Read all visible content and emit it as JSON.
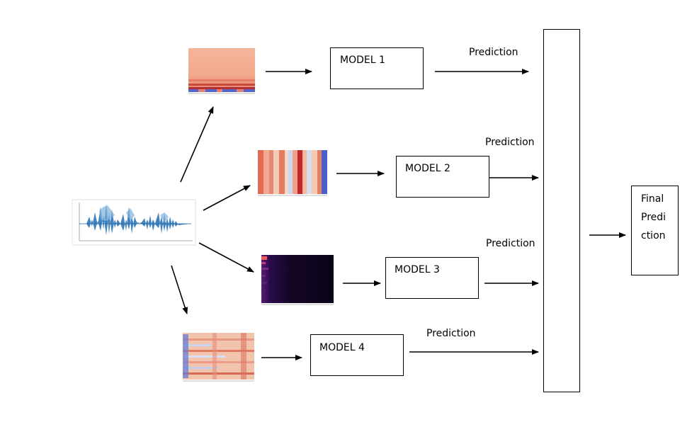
{
  "models": [
    {
      "label": "MODEL 1",
      "prediction": "Prediction"
    },
    {
      "label": "MODEL 2",
      "prediction": "Prediction"
    },
    {
      "label": "MODEL 3",
      "prediction": "Prediction"
    },
    {
      "label": "MODEL 4",
      "prediction": "Prediction"
    }
  ],
  "final": {
    "lines": [
      "Final",
      "Predi",
      "ction"
    ]
  }
}
